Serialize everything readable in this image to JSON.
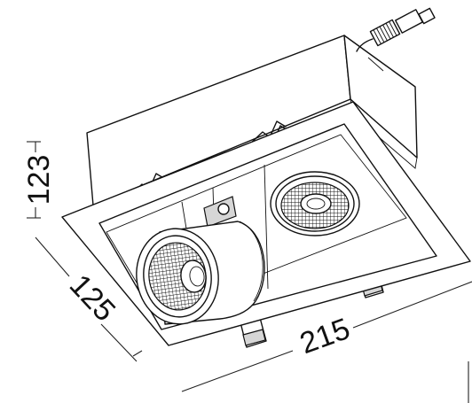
{
  "dimensions": {
    "height": "123",
    "depth": "125",
    "width": "215"
  }
}
